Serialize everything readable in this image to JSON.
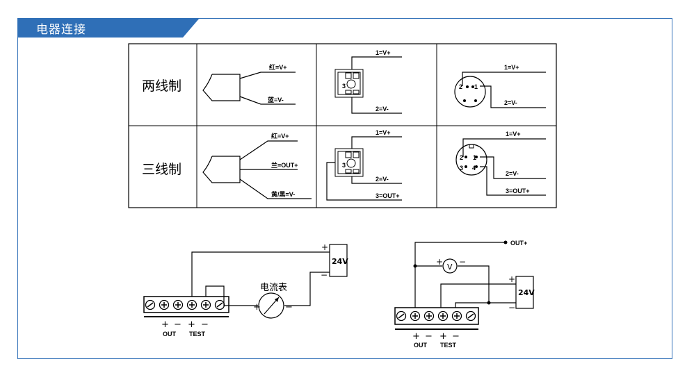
{
  "header": {
    "title": "电器连接",
    "accent": "#2f6fb7"
  },
  "table": {
    "rows": [
      {
        "label": "两线制",
        "cable_wires": [
          "红=V+",
          "蓝=V-"
        ],
        "connector_wires": [
          "1=V+",
          "2=V-"
        ],
        "round_wires": [
          "1=V+",
          "2=V-"
        ]
      },
      {
        "label": "三线制",
        "cable_wires": [
          "红=V+",
          "兰=OUT+",
          "黄/黑=V-"
        ],
        "connector_wires": [
          "1=V+",
          "2=V-",
          "3=OUT+"
        ],
        "round_wires": [
          "1=V+",
          "2=V-",
          "3=OUT+"
        ]
      }
    ],
    "pins_two": [
      "2",
      "1"
    ],
    "pins_three": [
      "1",
      "2",
      "3",
      "4"
    ],
    "connector_pin": "3"
  },
  "circuit_left": {
    "supply": "24V",
    "meter_label": "电流表",
    "plus": "+",
    "minus": "−",
    "terminal_signs": [
      "+",
      "−",
      "+",
      "−"
    ],
    "out_label": "OUT",
    "test_label": "TEST"
  },
  "circuit_right": {
    "supply": "24V",
    "out_plus": "OUT+",
    "voltmeter": "V",
    "plus": "+",
    "minus": "−",
    "terminal_signs": [
      "+",
      "−",
      "+",
      "−"
    ],
    "out_label": "OUT",
    "test_label": "TEST"
  }
}
